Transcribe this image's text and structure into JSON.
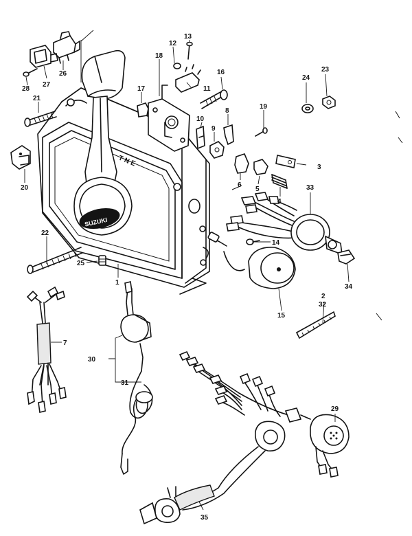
{
  "diagram": {
    "brand_mark": "SUZUKI",
    "callouts": [
      {
        "id": "c1",
        "label": "1"
      },
      {
        "id": "c2",
        "label": "2"
      },
      {
        "id": "c3",
        "label": "3"
      },
      {
        "id": "c4",
        "label": "4"
      },
      {
        "id": "c5",
        "label": "5"
      },
      {
        "id": "c6",
        "label": "6"
      },
      {
        "id": "c7",
        "label": "7"
      },
      {
        "id": "c8",
        "label": "8"
      },
      {
        "id": "c9",
        "label": "9"
      },
      {
        "id": "c10",
        "label": "10"
      },
      {
        "id": "c11",
        "label": "11"
      },
      {
        "id": "c12",
        "label": "12"
      },
      {
        "id": "c13",
        "label": "13"
      },
      {
        "id": "c14",
        "label": "14"
      },
      {
        "id": "c15",
        "label": "15"
      },
      {
        "id": "c16",
        "label": "16"
      },
      {
        "id": "c17",
        "label": "17"
      },
      {
        "id": "c18",
        "label": "18"
      },
      {
        "id": "c19",
        "label": "19"
      },
      {
        "id": "c20",
        "label": "20"
      },
      {
        "id": "c21",
        "label": "21"
      },
      {
        "id": "c22",
        "label": "22"
      },
      {
        "id": "c23",
        "label": "23"
      },
      {
        "id": "c24",
        "label": "24"
      },
      {
        "id": "c25",
        "label": "25"
      },
      {
        "id": "c26",
        "label": "26"
      },
      {
        "id": "c27",
        "label": "27"
      },
      {
        "id": "c28",
        "label": "28"
      },
      {
        "id": "c29",
        "label": "29"
      },
      {
        "id": "c30",
        "label": "30"
      },
      {
        "id": "c31",
        "label": "31"
      },
      {
        "id": "c32",
        "label": "32"
      },
      {
        "id": "c33",
        "label": "33"
      },
      {
        "id": "c34",
        "label": "34"
      },
      {
        "id": "c35",
        "label": "35"
      }
    ]
  }
}
